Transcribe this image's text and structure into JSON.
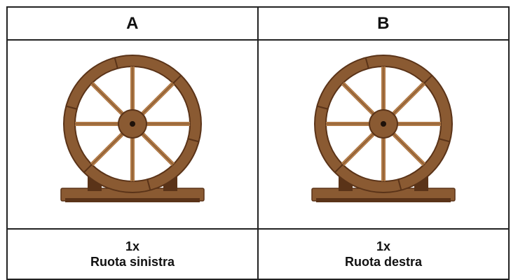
{
  "columns": [
    {
      "header": "A",
      "image": "wooden-wagon-wheel-left",
      "quantity": "1x",
      "name": "Ruota sinistra"
    },
    {
      "header": "B",
      "image": "wooden-wagon-wheel-right",
      "quantity": "1x",
      "name": "Ruota destra"
    }
  ],
  "colors": {
    "border": "#222222",
    "wood_dark": "#5a3318",
    "wood_mid": "#8a5a32",
    "wood_light": "#b07a48"
  }
}
